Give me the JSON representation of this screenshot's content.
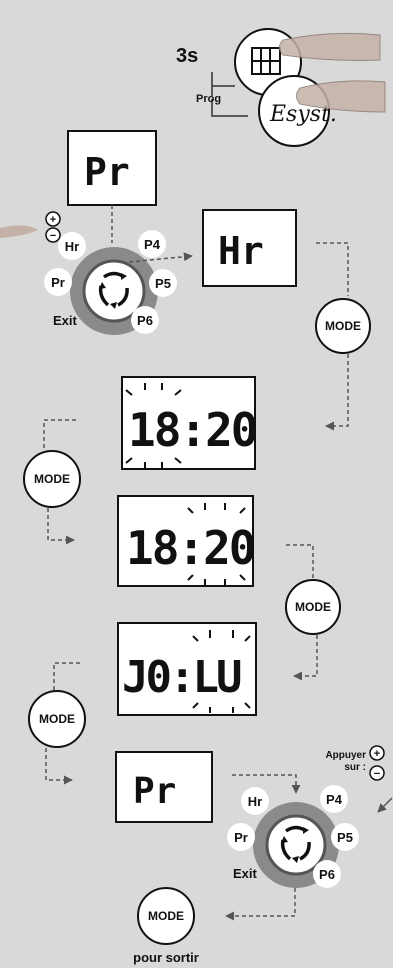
{
  "header": {
    "hold_time": "3s",
    "prog_label": "Prog",
    "syst_label": "Esyst."
  },
  "dial_labels": {
    "hr": "Hr",
    "pr": "Pr",
    "exit": "Exit",
    "p4": "P4",
    "p5": "P5",
    "p6": "P6"
  },
  "displays": {
    "d1": "Pr",
    "d2": "Hr",
    "d3": "18:20",
    "d4": "18:20",
    "d5": "J0:LU",
    "d6": "Pr"
  },
  "mode_label": "MODE",
  "plus_symbol": "+",
  "minus_symbol": "−",
  "press_text_line1": "Appuyer",
  "press_text_line2": "sur :",
  "exit_text": "pour sortir"
}
